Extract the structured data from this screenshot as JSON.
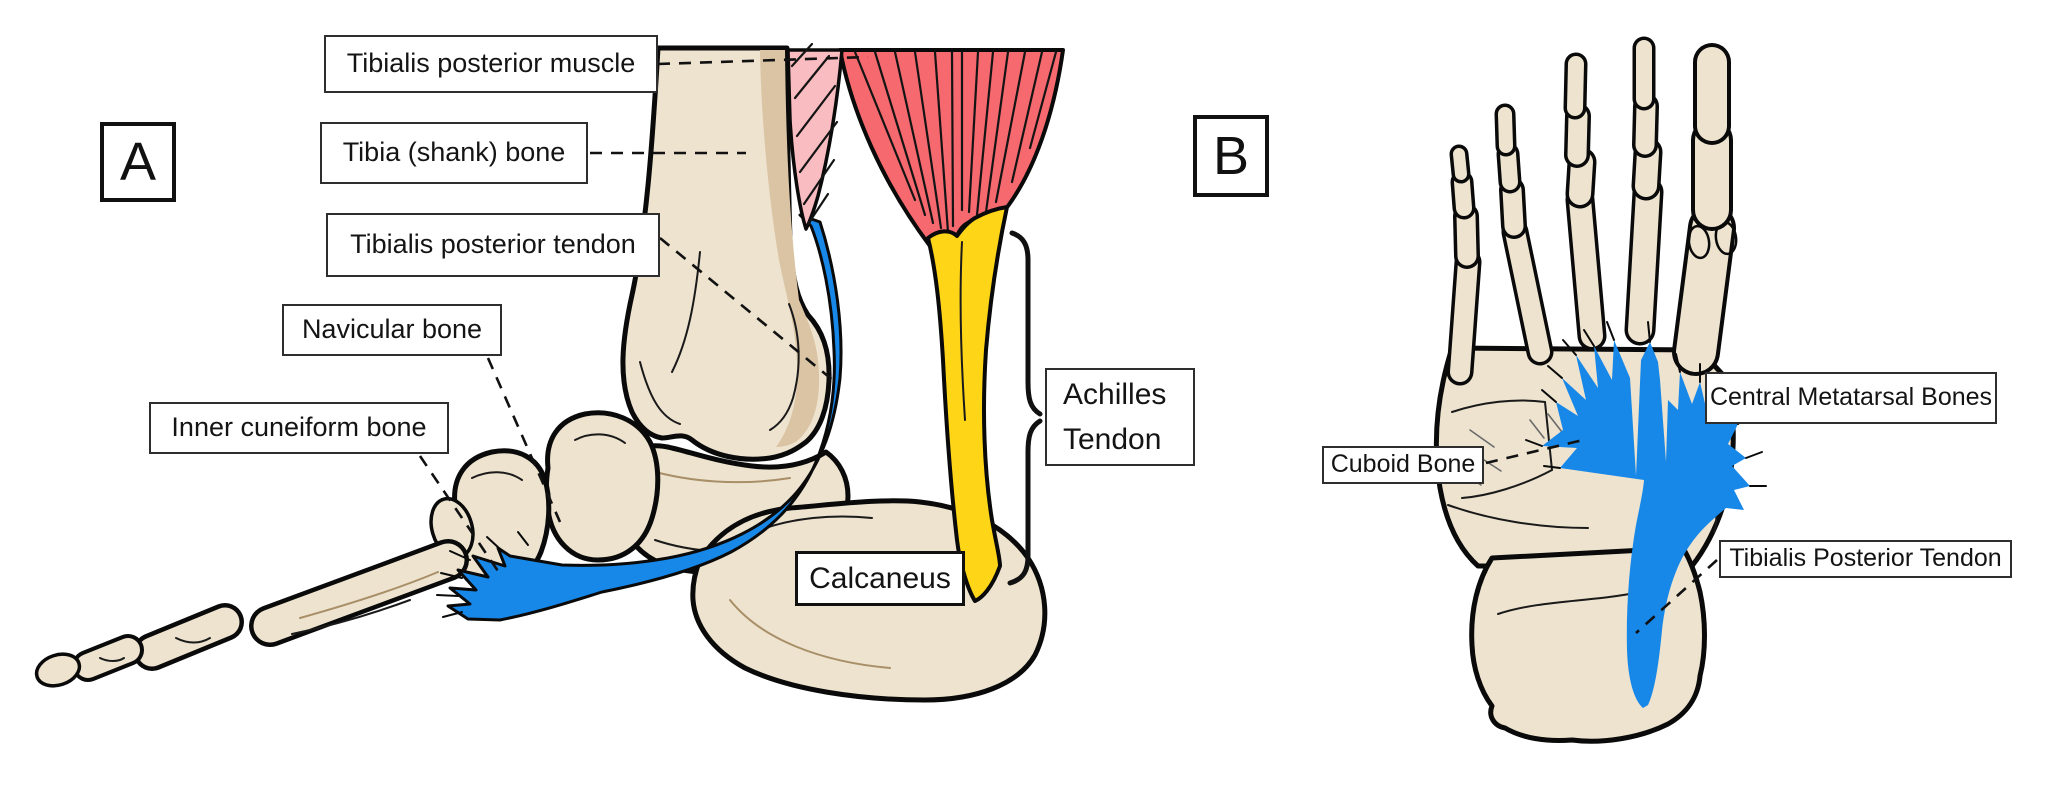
{
  "figure": {
    "panel_a": {
      "tag": "A",
      "labels": {
        "muscle": "Tibialis posterior muscle",
        "tibia": "Tibia (shank) bone",
        "tendon": "Tibialis posterior tendon",
        "navicular": "Navicular bone",
        "cuneiform": "Inner cuneiform bone",
        "achilles_line1": "Achilles",
        "achilles_line2": "Tendon",
        "calcaneus": "Calcaneus"
      }
    },
    "panel_b": {
      "tag": "B",
      "labels": {
        "central_metatarsal": "Central Metatarsal Bones",
        "cuboid": "Cuboid Bone",
        "tibialis_posterior": "Tibialis Posterior Tendon"
      }
    },
    "colors": {
      "bone": "#EDE3CF",
      "bone_shade": "#DAC4A4",
      "muscle_red": "#F5696F",
      "muscle_pink": "#F9BCC0",
      "tendon_yellow": "#FFD517",
      "tendon_blue": "#1787E8",
      "outline": "#0A0A0A"
    }
  }
}
